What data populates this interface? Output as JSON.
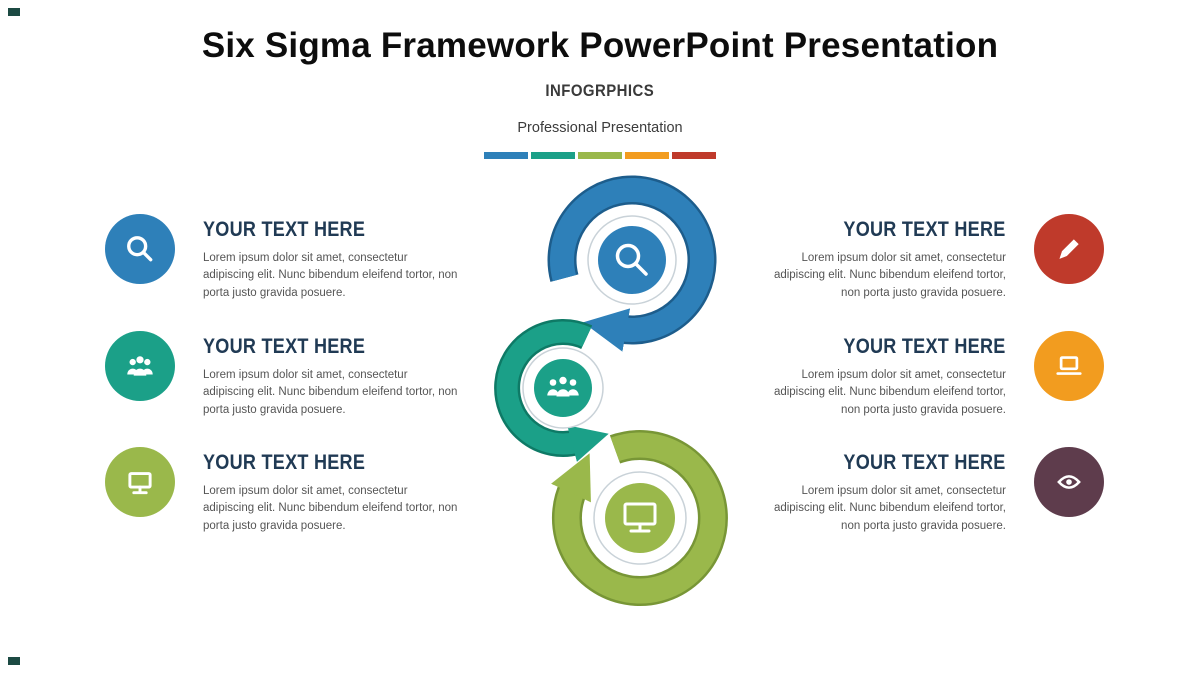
{
  "header": {
    "title": "Six Sigma Framework PowerPoint Presentation",
    "subtitle": "INFOGRPHICS",
    "tagline": "Professional Presentation"
  },
  "divider": {
    "colors": [
      "#2e80b9",
      "#1ba088",
      "#9ab84b",
      "#f29c1f",
      "#bf3a2b"
    ]
  },
  "palette": {
    "blue": "#2e80b9",
    "blue_dark": "#1d5d8c",
    "teal": "#1ba088",
    "teal_dark": "#0e7a66",
    "green": "#9ab84b",
    "green_dark": "#789636",
    "red": "#bf3a2b",
    "orange": "#f29c1f",
    "maroon": "#5e3c4c",
    "heading_text": "#203a54"
  },
  "left_items": [
    {
      "heading": "YOUR TEXT HERE",
      "body": "Lorem ipsum dolor sit amet, consectetur adipiscing elit. Nunc bibendum eleifend tortor, non porta justo gravida posuere.",
      "icon": "magnifier-icon",
      "color": "#2e80b9"
    },
    {
      "heading": "YOUR TEXT HERE",
      "body": "Lorem ipsum dolor sit amet, consectetur adipiscing elit. Nunc bibendum eleifend tortor, non porta justo gravida posuere.",
      "icon": "team-icon",
      "color": "#1ba088"
    },
    {
      "heading": "YOUR TEXT HERE",
      "body": "Lorem ipsum dolor sit amet, consectetur adipiscing elit. Nunc bibendum eleifend tortor, non porta justo gravida posuere.",
      "icon": "monitor-icon",
      "color": "#9ab84b"
    }
  ],
  "right_items": [
    {
      "heading": "YOUR TEXT HERE",
      "body": "Lorem ipsum dolor sit amet, consectetur adipiscing elit. Nunc bibendum eleifend tortor, non porta justo gravida posuere.",
      "icon": "pencil-icon",
      "color": "#bf3a2b"
    },
    {
      "heading": "YOUR TEXT HERE",
      "body": "Lorem ipsum dolor sit amet, consectetur adipiscing elit. Nunc bibendum eleifend tortor, non porta justo gravida posuere.",
      "icon": "laptop-icon",
      "color": "#f29c1f"
    },
    {
      "heading": "YOUR TEXT HERE",
      "body": "Lorem ipsum dolor sit amet, consectetur adipiscing elit. Nunc bibendum eleifend tortor, non porta justo gravida posuere.",
      "icon": "eye-icon",
      "color": "#5e3c4c"
    }
  ],
  "center": {
    "steps": [
      {
        "icon": "magnifier-icon",
        "color": "#2e80b9"
      },
      {
        "icon": "team-icon",
        "color": "#1ba088"
      },
      {
        "icon": "monitor-icon",
        "color": "#9ab84b"
      }
    ]
  }
}
